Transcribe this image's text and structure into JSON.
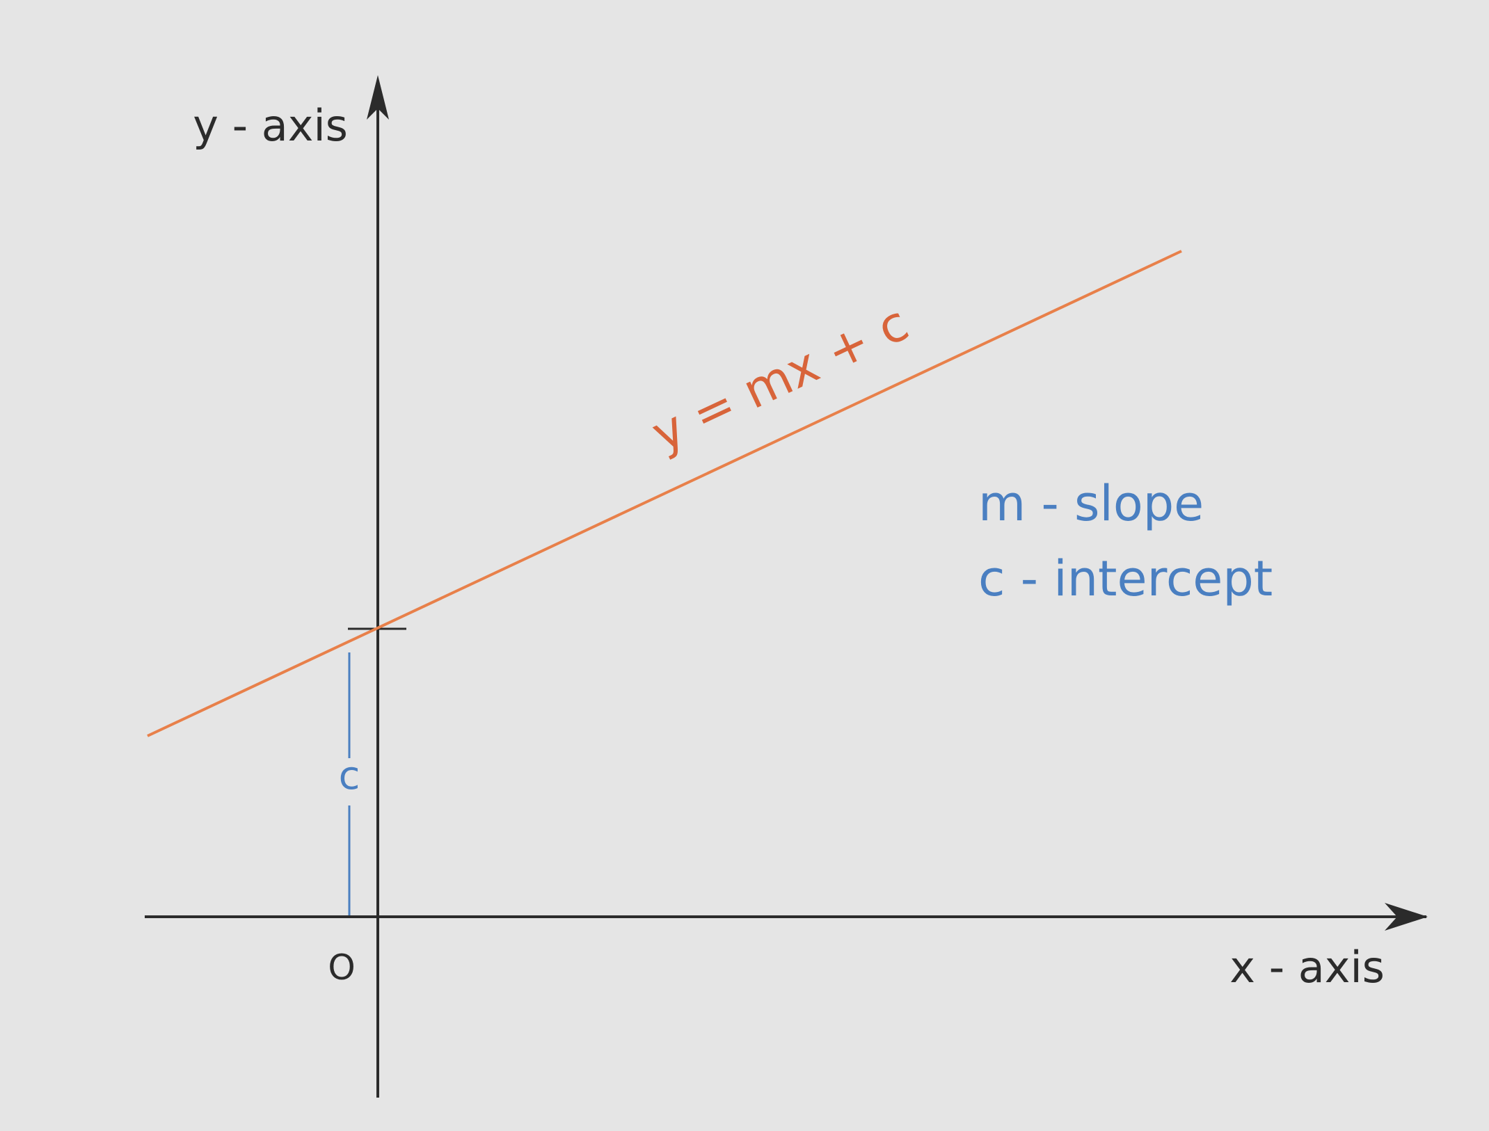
{
  "diagram": {
    "x_axis_label": "x - axis",
    "y_axis_label": "y - axis",
    "origin_label": "O",
    "equation_label": "y = mx + c",
    "intercept_label": "c",
    "legend": {
      "slope": "m - slope",
      "intercept": "c - intercept"
    },
    "colors": {
      "background": "#e5e5e5",
      "axis": "#2b2b2b",
      "line": "#e8804a",
      "equation_text": "#d8643a",
      "annotation": "#4a7fc1"
    }
  }
}
